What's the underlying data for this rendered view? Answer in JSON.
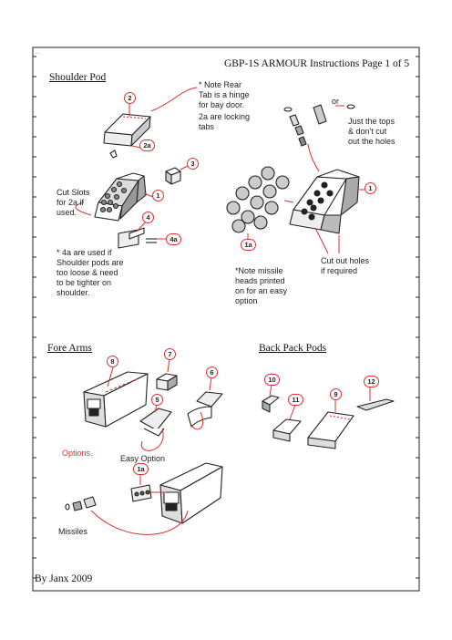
{
  "corner_mark": "~~",
  "header": {
    "title": "GBP-1S ARMOUR Instructions  Page 1 of 5"
  },
  "sections": {
    "shoulder_pod": "Shoulder Pod",
    "fore_arms": "Fore Arms",
    "back_pack_pods": "Back Pack Pods"
  },
  "notes": {
    "rear_tab": "* Note Rear\nTab is a hinge\nfor bay door.",
    "locking_tabs": "2a are locking\ntabs",
    "or": "or",
    "just_tops": "Just the tops\n& don't cut\nout the holes",
    "cut_slots": "Cut Slots\nfor 2a if\nused.",
    "4a_note": "* 4a are used if\nShoulder pods are\ntoo loose & need\nto be tighter on\nshoulder.",
    "missile_heads": "*Note missile\nheads printed\non for an easy\noption",
    "cut_holes": "Cut out holes\nif required",
    "options": "Options.",
    "easy_option": "Easy Option",
    "missiles": "Missiles"
  },
  "parts": {
    "p2": "2",
    "p2a": "2a",
    "p3": "3",
    "p1": "1",
    "p4": "4",
    "p4a": "4a",
    "p1_right": "1",
    "p1a": "1a",
    "p8": "8",
    "p7": "7",
    "p6": "6",
    "p5": "5",
    "p10": "10",
    "p11": "11",
    "p9": "9",
    "p12": "12",
    "p1a_easy": "1a"
  },
  "footer": {
    "credit": "By Janx 2009"
  },
  "colors": {
    "accent": "#d8322e",
    "ink": "#222222"
  }
}
